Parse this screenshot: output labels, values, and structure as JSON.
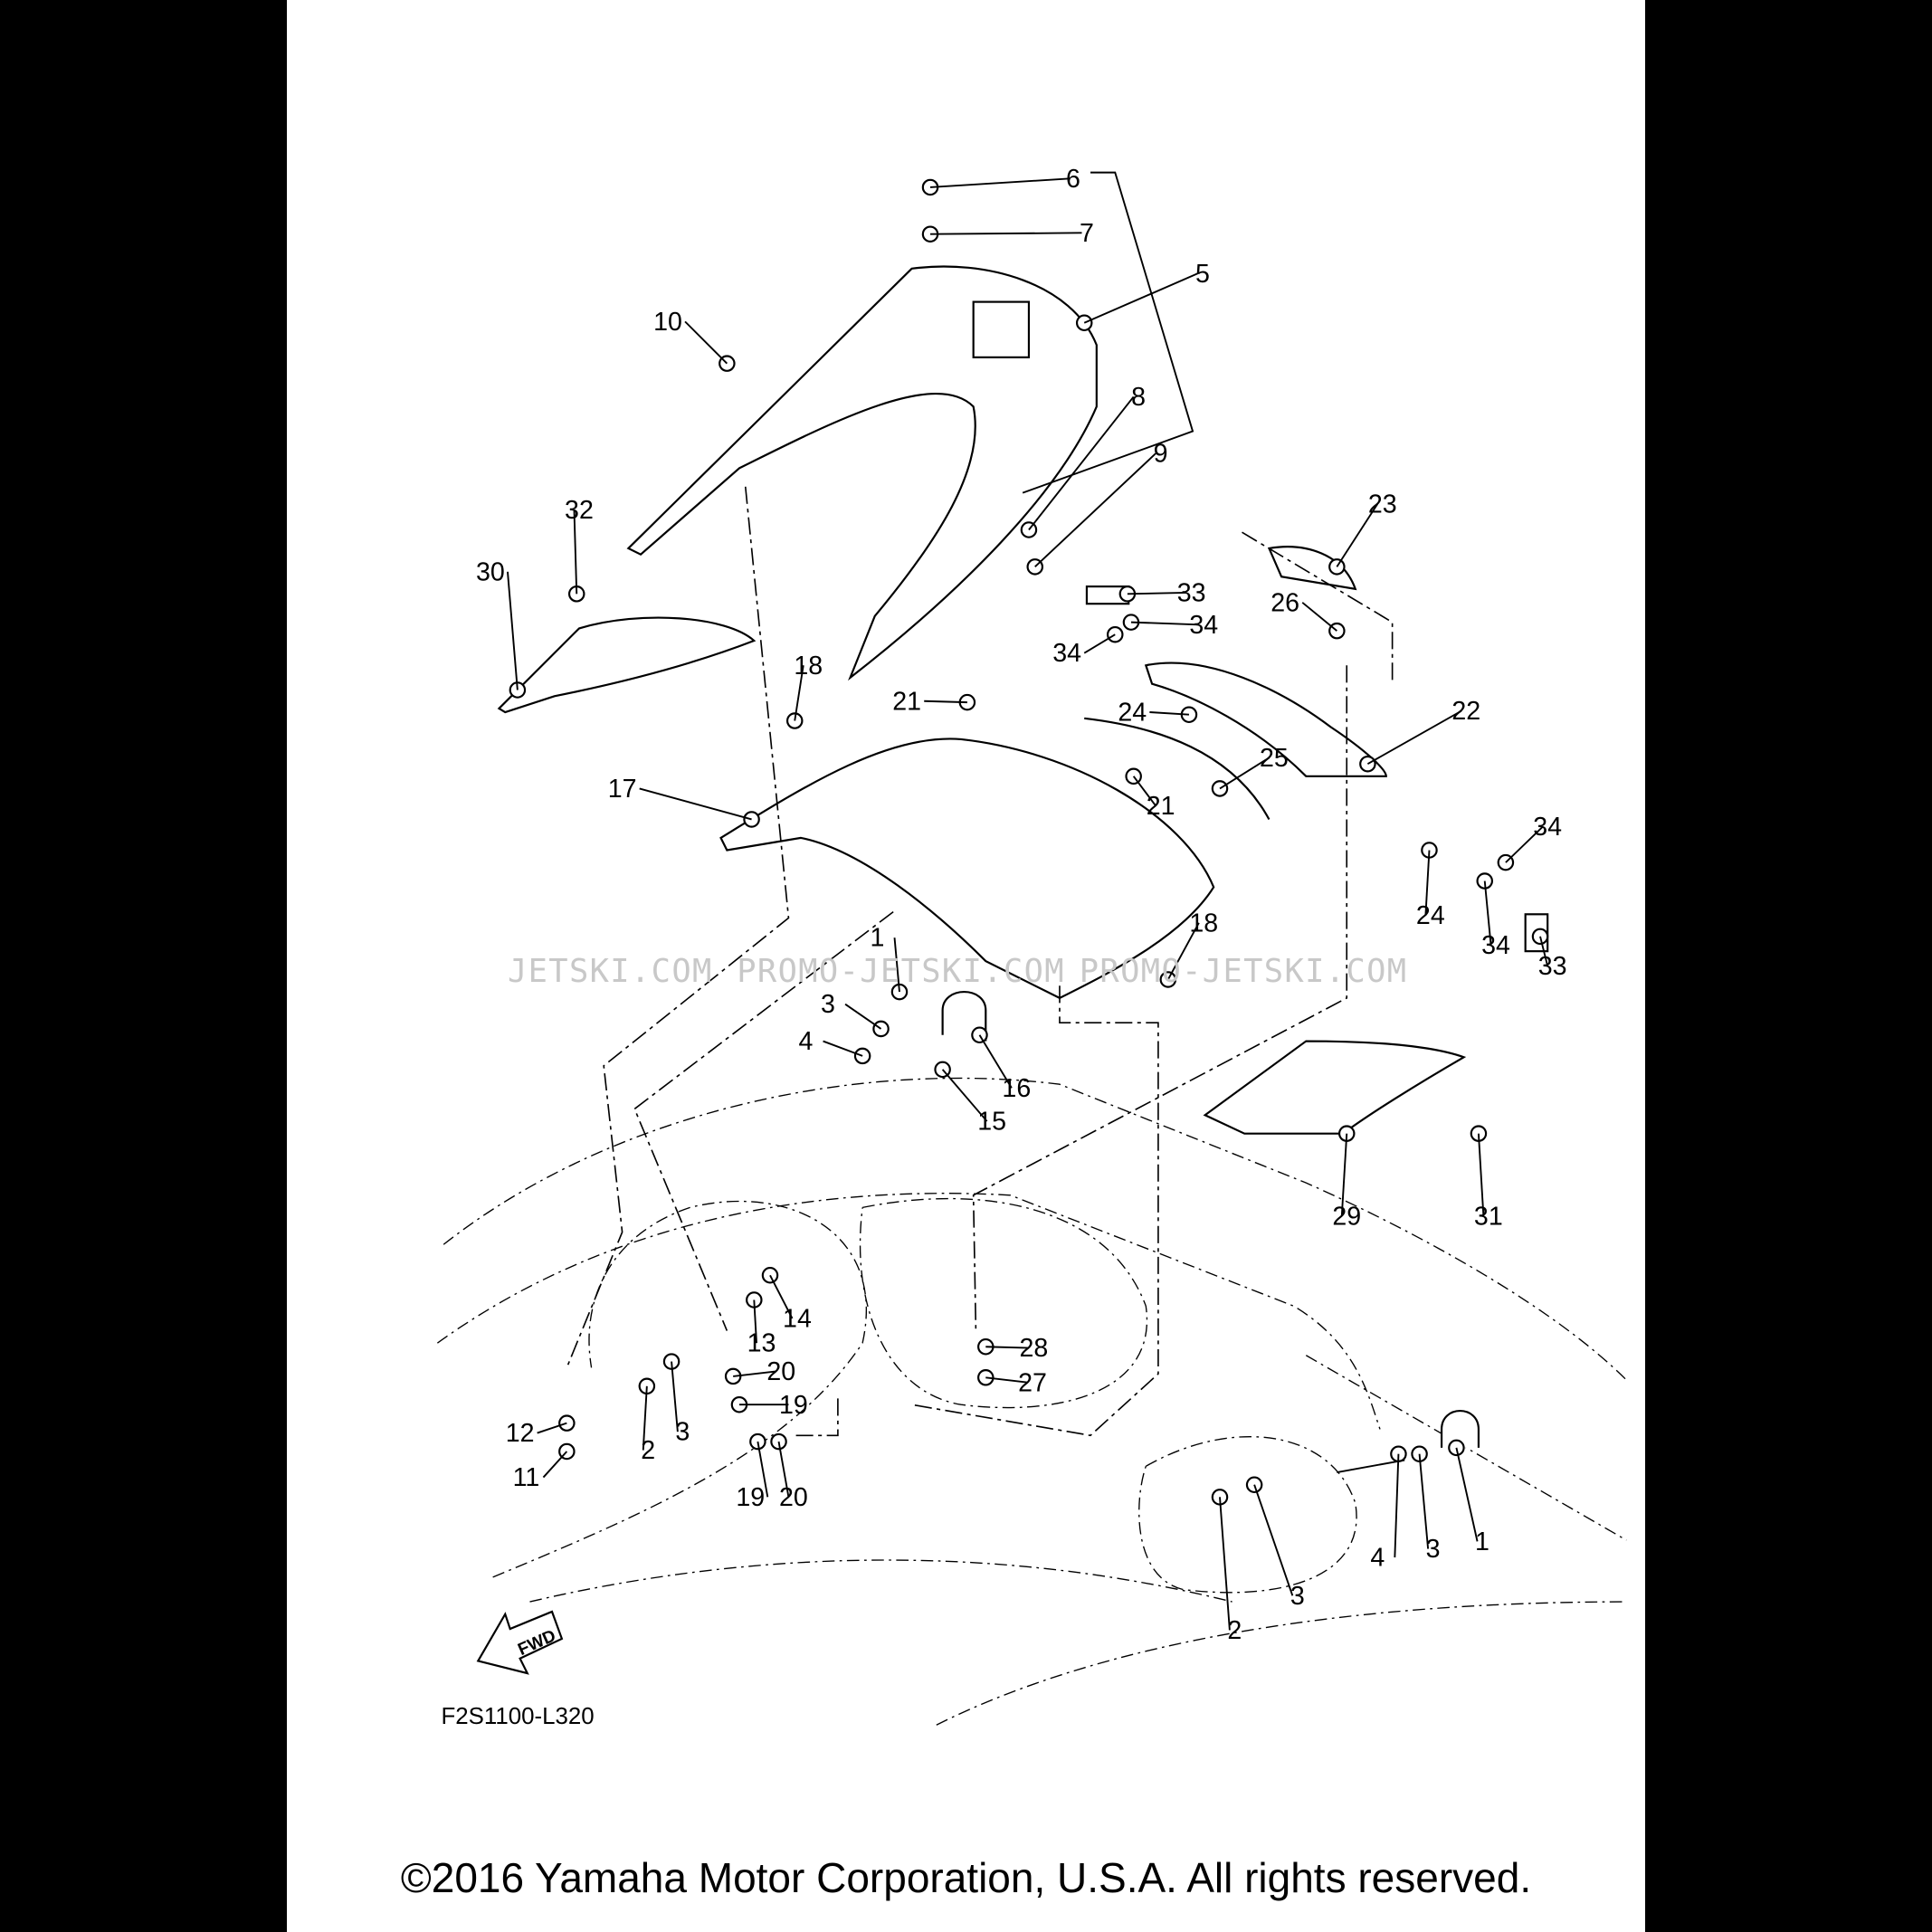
{
  "diagram": {
    "callouts": [
      "6",
      "7",
      "5",
      "10",
      "8",
      "9",
      "32",
      "30",
      "23",
      "33",
      "34",
      "34",
      "26",
      "18",
      "21",
      "24",
      "22",
      "25",
      "17",
      "21",
      "34",
      "24",
      "34",
      "33",
      "18",
      "1",
      "3",
      "4",
      "16",
      "15",
      "29",
      "31",
      "14",
      "13",
      "28",
      "27",
      "20",
      "19",
      "12",
      "11",
      "2",
      "3",
      "19",
      "20",
      "4",
      "3",
      "1",
      "3",
      "2"
    ],
    "watermarks": [
      "JETSKI.COM",
      "PROMO-JETSKI.COM",
      "PROMO-JETSKI.COM"
    ],
    "drawing_code": "F2S1100-L320",
    "fwd_label": "FWD"
  },
  "footer": {
    "copyright": "©2016 Yamaha Motor Corporation, U.S.A. All rights reserved."
  }
}
